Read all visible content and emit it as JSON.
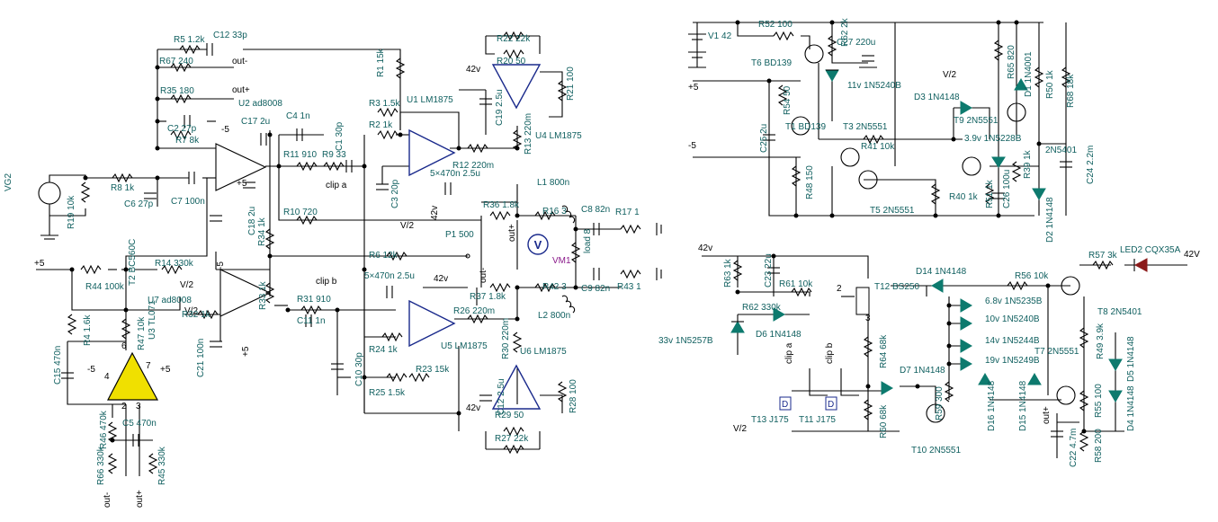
{
  "colors": {
    "wire": "#000000",
    "label": "#0f5f5f",
    "opamp": "#1a2a8c",
    "diode": "#0d7a6e",
    "led": "#8b1a1a",
    "ad8008": "#f0e000",
    "meter": "#1a2a8c"
  },
  "labels": [
    {
      "id": "vg2",
      "text": "VG2"
    },
    {
      "id": "r19",
      "text": "R19 10k"
    },
    {
      "id": "r8",
      "text": "R8 1k"
    },
    {
      "id": "c6",
      "text": "C6 27p"
    },
    {
      "id": "c7",
      "text": "C7 100n"
    },
    {
      "id": "r5",
      "text": "R5 1.2k"
    },
    {
      "id": "c12",
      "text": "C12 33p"
    },
    {
      "id": "r67",
      "text": "R67 240"
    },
    {
      "id": "outm1",
      "text": "out-"
    },
    {
      "id": "r35",
      "text": "R35 180"
    },
    {
      "id": "outp1",
      "text": "out+"
    },
    {
      "id": "u2",
      "text": "U2 ad8008"
    },
    {
      "id": "c2",
      "text": "C2 27p"
    },
    {
      "id": "r7",
      "text": "R7 8k"
    },
    {
      "id": "m5a",
      "text": "-5"
    },
    {
      "id": "c17",
      "text": "C17 2u"
    },
    {
      "id": "c4",
      "text": "C4 1n"
    },
    {
      "id": "c1",
      "text": "C1 30p"
    },
    {
      "id": "r11",
      "text": "R11 910"
    },
    {
      "id": "r9",
      "text": "R9 33"
    },
    {
      "id": "p5a",
      "text": "+5"
    },
    {
      "id": "clipa",
      "text": "clip a"
    },
    {
      "id": "c3",
      "text": "C3 20p"
    },
    {
      "id": "r10",
      "text": "R10 720"
    },
    {
      "id": "v2a",
      "text": "V/2"
    },
    {
      "id": "c18",
      "text": "C18 2u"
    },
    {
      "id": "r34",
      "text": "R34 1k"
    },
    {
      "id": "r1",
      "text": "R1 15k"
    },
    {
      "id": "r3",
      "text": "R3 1.5k"
    },
    {
      "id": "r2",
      "text": "R2 1k"
    },
    {
      "id": "u1",
      "text": "U1 LM1875"
    },
    {
      "id": "r22",
      "text": "R22 22k"
    },
    {
      "id": "r20",
      "text": "R20 50"
    },
    {
      "id": "v42a",
      "text": "42v"
    },
    {
      "id": "c19",
      "text": "C19 2.5u"
    },
    {
      "id": "r21",
      "text": "R21 100"
    },
    {
      "id": "r13",
      "text": "R13 220m"
    },
    {
      "id": "u4",
      "text": "U4 LM1875"
    },
    {
      "id": "r12",
      "text": "R12 220m"
    },
    {
      "id": "c5x",
      "text": "5×470n 2.5u"
    },
    {
      "id": "v42b",
      "text": "42v"
    },
    {
      "id": "l1",
      "text": "L1 800n"
    },
    {
      "id": "r36",
      "text": "R36 1.8k"
    },
    {
      "id": "r16",
      "text": "R16 3"
    },
    {
      "id": "c8",
      "text": "C8 82n"
    },
    {
      "id": "r17",
      "text": "R17 1"
    },
    {
      "id": "outp2",
      "text": "out+"
    },
    {
      "id": "vm1",
      "text": "VM1"
    },
    {
      "id": "load",
      "text": "load 8"
    },
    {
      "id": "p1",
      "text": "P1 500"
    },
    {
      "id": "r42",
      "text": "R42 3"
    },
    {
      "id": "c9",
      "text": "C9 82n"
    },
    {
      "id": "r43",
      "text": "R43 1"
    },
    {
      "id": "outm2",
      "text": "out-"
    },
    {
      "id": "r37",
      "text": "R37 1.8k"
    },
    {
      "id": "l2",
      "text": "L2 800n"
    },
    {
      "id": "p5b",
      "text": "+5"
    },
    {
      "id": "t2",
      "text": "T2 BC560C"
    },
    {
      "id": "r14",
      "text": "R14 330k"
    },
    {
      "id": "v2b",
      "text": "V/2"
    },
    {
      "id": "r44",
      "text": "R44 100k"
    },
    {
      "id": "u7",
      "text": "U7 ad8008"
    },
    {
      "id": "v2c",
      "text": "V/2"
    },
    {
      "id": "r4",
      "text": "R4 1.6k"
    },
    {
      "id": "u3",
      "text": "U3 TL071"
    },
    {
      "id": "r47",
      "text": "R47 10k"
    },
    {
      "id": "r32",
      "text": "R32 1k"
    },
    {
      "id": "c21",
      "text": "C21 100n"
    },
    {
      "id": "m5b",
      "text": "-5"
    },
    {
      "id": "r33",
      "text": "R33 1k"
    },
    {
      "id": "p5c",
      "text": "+5"
    },
    {
      "id": "r31",
      "text": "R31 910"
    },
    {
      "id": "c11",
      "text": "C11 1n"
    },
    {
      "id": "clipb",
      "text": "clip b"
    },
    {
      "id": "r6",
      "text": "R6 12k"
    },
    {
      "id": "c5x2",
      "text": "5×470n 2.5u"
    },
    {
      "id": "v42c",
      "text": "42v"
    },
    {
      "id": "r26",
      "text": "R26 220m"
    },
    {
      "id": "r24",
      "text": "R24 1k"
    },
    {
      "id": "u5",
      "text": "U5 LM1875"
    },
    {
      "id": "r30",
      "text": "R30 220m"
    },
    {
      "id": "u6",
      "text": "U6 LM1875"
    },
    {
      "id": "c10",
      "text": "C10 30p"
    },
    {
      "id": "r23",
      "text": "R23 15k"
    },
    {
      "id": "r25",
      "text": "R25 1.5k"
    },
    {
      "id": "c15",
      "text": "C15 470n"
    },
    {
      "id": "m5c",
      "text": "-5"
    },
    {
      "id": "p5d",
      "text": "+5"
    },
    {
      "id": "n4",
      "text": "4"
    },
    {
      "id": "n7",
      "text": "7"
    },
    {
      "id": "n6",
      "text": "6"
    },
    {
      "id": "n2",
      "text": "2"
    },
    {
      "id": "n3",
      "text": "3"
    },
    {
      "id": "r46",
      "text": "R46 470k"
    },
    {
      "id": "c5",
      "text": "C5 470n"
    },
    {
      "id": "r66",
      "text": "R66 330k"
    },
    {
      "id": "r45",
      "text": "R45 330k"
    },
    {
      "id": "outm3",
      "text": "out-"
    },
    {
      "id": "outp3",
      "text": "out+"
    },
    {
      "id": "c12b",
      "text": "C12 2.5u"
    },
    {
      "id": "v42d",
      "text": "42v"
    },
    {
      "id": "r29",
      "text": "R29 50"
    },
    {
      "id": "r27",
      "text": "R27 22k"
    },
    {
      "id": "r28",
      "text": "R28 100"
    },
    {
      "id": "v1",
      "text": "V1 42"
    },
    {
      "id": "r52",
      "text": "R52 100"
    },
    {
      "id": "r62top",
      "text": "R62 2k"
    },
    {
      "id": "c27",
      "text": "C27 220u"
    },
    {
      "id": "t6",
      "text": "T6 BD139"
    },
    {
      "id": "d11v",
      "text": "11v 1N5240B"
    },
    {
      "id": "p5e",
      "text": "+5"
    },
    {
      "id": "r54",
      "text": "R54 50"
    },
    {
      "id": "r65",
      "text": "R65 820"
    },
    {
      "id": "d1",
      "text": "D1 1N4001"
    },
    {
      "id": "r50",
      "text": "R50 1k"
    },
    {
      "id": "r68",
      "text": "R68 18k"
    },
    {
      "id": "v2d",
      "text": "V/2"
    },
    {
      "id": "d3",
      "text": "D3 1N4148"
    },
    {
      "id": "t9",
      "text": "T9 2N5551"
    },
    {
      "id": "c25",
      "text": "C25 2u"
    },
    {
      "id": "t1",
      "text": "T1 BD139"
    },
    {
      "id": "t3",
      "text": "T3 2N5551"
    },
    {
      "id": "d39",
      "text": "3.9v 1N5228B"
    },
    {
      "id": "m5d",
      "text": "-5"
    },
    {
      "id": "r41",
      "text": "R41 10k"
    },
    {
      "id": "d2n",
      "text": "2N5401"
    },
    {
      "id": "c24",
      "text": "C24 2.2m"
    },
    {
      "id": "r48",
      "text": "R48 150"
    },
    {
      "id": "r39",
      "text": "R39 1k"
    },
    {
      "id": "r40",
      "text": "R40 1k"
    },
    {
      "id": "r51",
      "text": "R51 1k"
    },
    {
      "id": "c26",
      "text": "C26 100u"
    },
    {
      "id": "t5",
      "text": "T5 2N5551"
    },
    {
      "id": "d2",
      "text": "D2 1N4148"
    },
    {
      "id": "v42e",
      "text": "42v"
    },
    {
      "id": "r63",
      "text": "R63 1k"
    },
    {
      "id": "c23",
      "text": "C23 22u"
    },
    {
      "id": "r61",
      "text": "R61 10k"
    },
    {
      "id": "t12",
      "text": "T12 BS250"
    },
    {
      "id": "d14",
      "text": "D14 1N4148"
    },
    {
      "id": "r56",
      "text": "R56 10k"
    },
    {
      "id": "r57",
      "text": "R57 3k"
    },
    {
      "id": "led2",
      "text": "LED2 CQX35A"
    },
    {
      "id": "v42f",
      "text": "42V"
    },
    {
      "id": "r62",
      "text": "R62 330k"
    },
    {
      "id": "d6",
      "text": "D6 1N4148"
    },
    {
      "id": "d68",
      "text": "6.8v 1N5235B"
    },
    {
      "id": "d10v",
      "text": "10v 1N5240B"
    },
    {
      "id": "d14v",
      "text": "14v 1N5244B"
    },
    {
      "id": "d19v",
      "text": "19v 1N5249B"
    },
    {
      "id": "t8",
      "text": "T8 2N5401"
    },
    {
      "id": "d33",
      "text": "33v 1N5257B"
    },
    {
      "id": "clipa2",
      "text": "clip a"
    },
    {
      "id": "clipb2",
      "text": "clip b"
    },
    {
      "id": "r64",
      "text": "R64 68k"
    },
    {
      "id": "d7",
      "text": "D7 1N4148"
    },
    {
      "id": "t7",
      "text": "T7 2N5551"
    },
    {
      "id": "r49",
      "text": "R49 3.9k"
    },
    {
      "id": "d5",
      "text": "D5 1N4148"
    },
    {
      "id": "d4",
      "text": "D4 1N4148"
    },
    {
      "id": "t13",
      "text": "T13 J175"
    },
    {
      "id": "t11",
      "text": "T11 J175"
    },
    {
      "id": "v2e",
      "text": "V/2"
    },
    {
      "id": "r60",
      "text": "R60 68k"
    },
    {
      "id": "r59",
      "text": "R59 300"
    },
    {
      "id": "d16",
      "text": "D16 1N4148"
    },
    {
      "id": "d15",
      "text": "D15 1N4148"
    },
    {
      "id": "outp4",
      "text": "out+"
    },
    {
      "id": "r55",
      "text": "R55 100"
    },
    {
      "id": "c22",
      "text": "C22 4.7m"
    },
    {
      "id": "r58",
      "text": "R58 200"
    },
    {
      "id": "t10",
      "text": "T10 2N5551"
    },
    {
      "id": "dmark1",
      "text": "D"
    },
    {
      "id": "dmark2",
      "text": "D"
    },
    {
      "id": "pin2",
      "text": "2"
    },
    {
      "id": "pin3",
      "text": "3"
    }
  ]
}
